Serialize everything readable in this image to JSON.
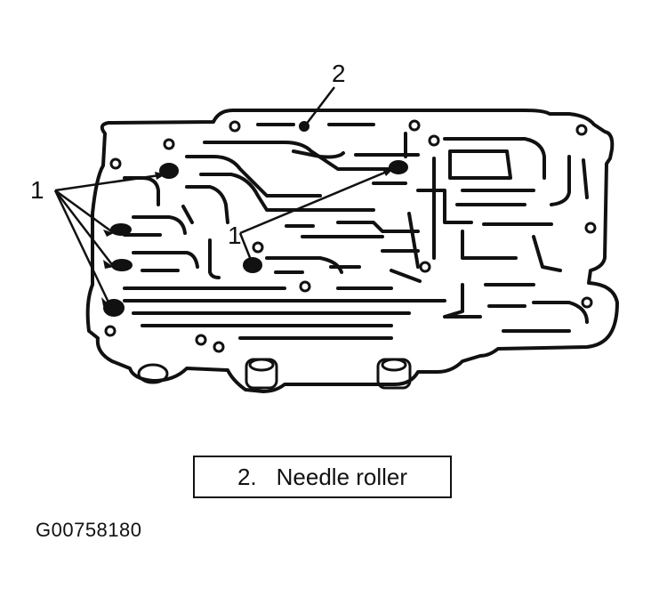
{
  "callouts": {
    "label_1": "1",
    "label_1_inner": "1",
    "label_2": "2"
  },
  "legend": {
    "number": "2.",
    "text": "Needle roller"
  },
  "figure_id": "G00758180",
  "colors": {
    "ink": "#111111",
    "background": "#ffffff"
  }
}
